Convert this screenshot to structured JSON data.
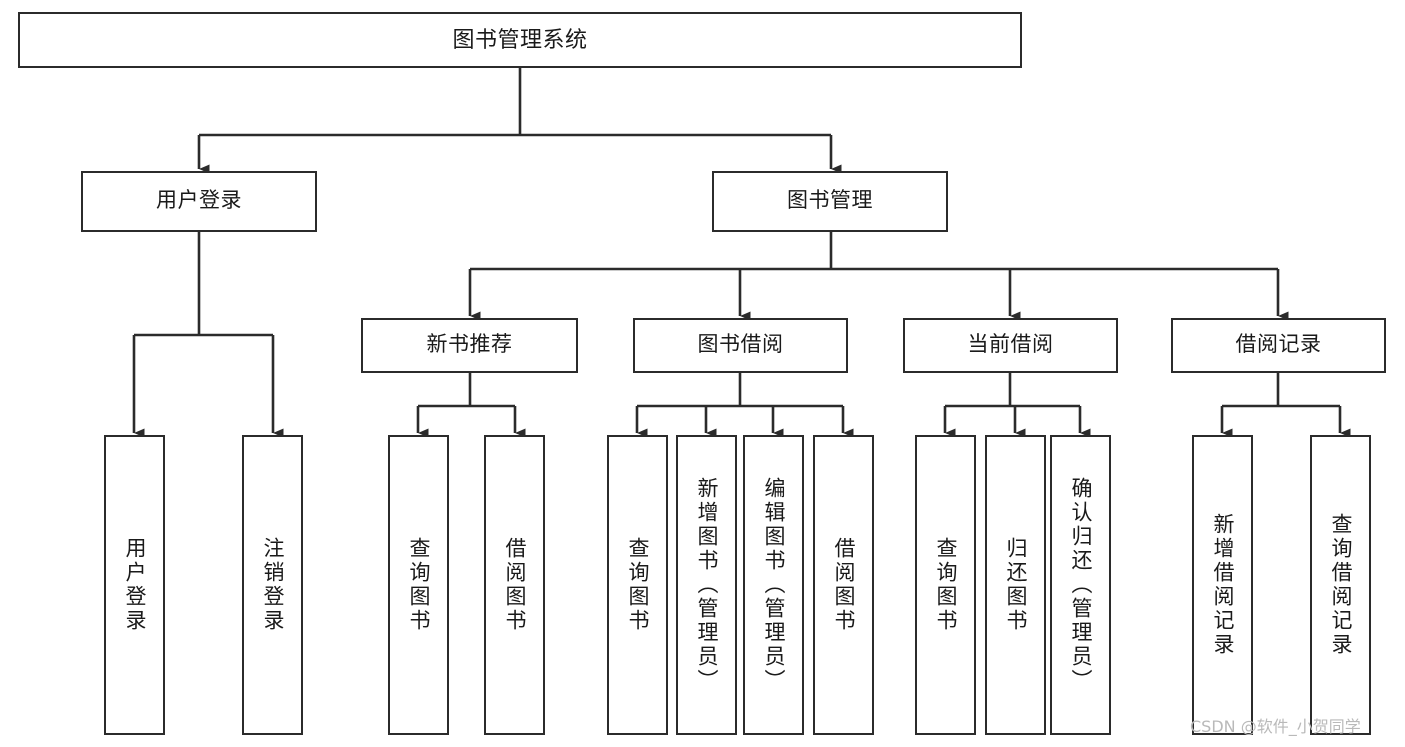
{
  "diagram": {
    "title": "图书管理系统",
    "type": "tree",
    "colors": {
      "background": "#ffffff",
      "box_border": "#2b2b2b",
      "box_fill": "#ffffff",
      "edge": "#2b2b2b",
      "text": "#1a1a1a",
      "watermark": "#b9b9b9"
    },
    "nodes": {
      "root": {
        "label": "图书管理系统"
      },
      "level2": [
        {
          "id": "user-login",
          "label": "用户登录"
        },
        {
          "id": "book-mgmt",
          "label": "图书管理"
        }
      ],
      "level3": [
        {
          "id": "new-book-rec",
          "label": "新书推荐"
        },
        {
          "id": "book-borrow",
          "label": "图书借阅"
        },
        {
          "id": "current-borrow",
          "label": "当前借阅"
        },
        {
          "id": "borrow-record",
          "label": "借阅记录"
        }
      ],
      "leaves": [
        {
          "id": "leaf-user-login",
          "label": "用户登录",
          "parent": "user-login"
        },
        {
          "id": "leaf-logout-login",
          "label": "注销登录",
          "parent": "user-login"
        },
        {
          "id": "leaf-query-book-1",
          "label": "查询图书",
          "parent": "new-book-rec"
        },
        {
          "id": "leaf-borrow-book-1",
          "label": "借阅图书",
          "parent": "new-book-rec"
        },
        {
          "id": "leaf-query-book-2",
          "label": "查询图书",
          "parent": "book-borrow"
        },
        {
          "id": "leaf-add-book",
          "label": "新增图书（管理员）",
          "parent": "book-borrow"
        },
        {
          "id": "leaf-edit-book",
          "label": "编辑图书（管理员）",
          "parent": "book-borrow"
        },
        {
          "id": "leaf-borrow-book-2",
          "label": "借阅图书",
          "parent": "book-borrow"
        },
        {
          "id": "leaf-query-book-3",
          "label": "查询图书",
          "parent": "current-borrow"
        },
        {
          "id": "leaf-return-book",
          "label": "归还图书",
          "parent": "current-borrow"
        },
        {
          "id": "leaf-confirm-return",
          "label": "确认归还（管理员）",
          "parent": "current-borrow"
        },
        {
          "id": "leaf-add-record",
          "label": "新增借阅记录",
          "parent": "borrow-record"
        },
        {
          "id": "leaf-query-record",
          "label": "查询借阅记录",
          "parent": "borrow-record"
        }
      ]
    },
    "watermark": "CSDN @软件_小贺同学"
  }
}
